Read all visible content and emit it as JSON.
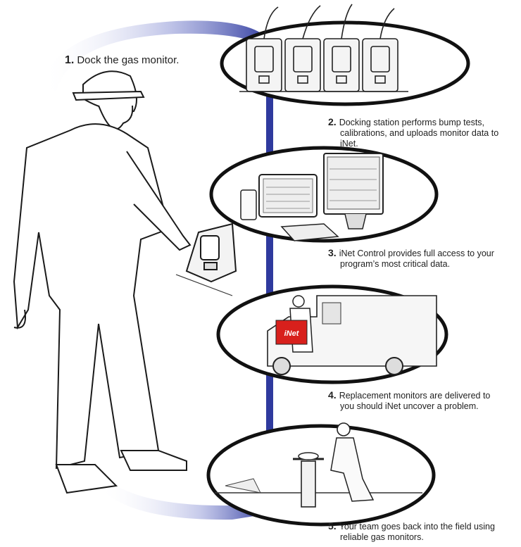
{
  "steps": [
    {
      "number": "1.",
      "text": "Dock the gas monitor."
    },
    {
      "number": "2.",
      "line1": "Docking station performs bump tests,",
      "line2": "calibrations, and uploads monitor data to iNet."
    },
    {
      "number": "3.",
      "line1": "iNet Control provides full access to your",
      "line2": "program’s most critical data."
    },
    {
      "number": "4.",
      "line1": "Replacement monitors are delivered to",
      "line2": "you should iNet uncover a problem."
    },
    {
      "number": "5.",
      "line1": "Your team goes back into the field using",
      "line2": "reliable gas monitors."
    }
  ],
  "box_label": "iNet",
  "colors": {
    "path_blue": "#2f3a9e",
    "box_red": "#d8201c",
    "ink": "#1a1a1a"
  }
}
